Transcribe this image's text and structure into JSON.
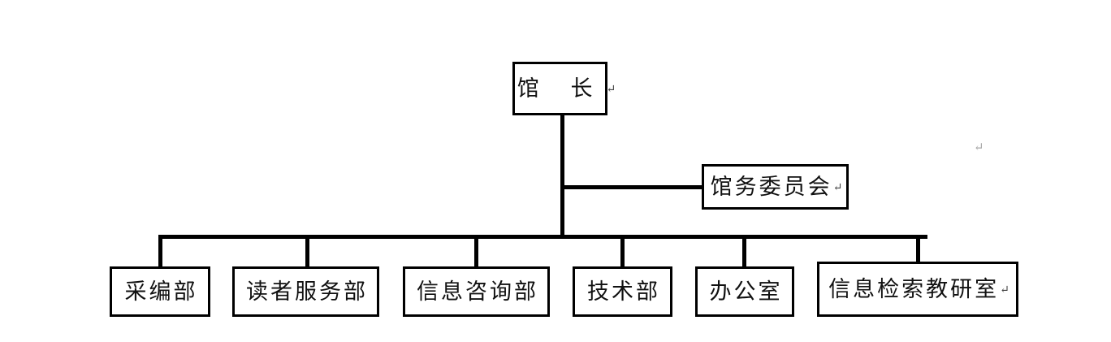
{
  "diagram": {
    "type": "organization-chart",
    "title": "",
    "orientation": "top-down",
    "line_color": "#000000",
    "box_border_color": "#000000",
    "background_color": "#ffffff",
    "pilcrow_glyph": "↵",
    "stray_pilcrow": "↵",
    "root": {
      "id": "director",
      "label": "馆 长",
      "has_pilcrow": true
    },
    "staff": {
      "id": "committee",
      "label": "馆务委员会",
      "has_pilcrow": true
    },
    "departments": [
      {
        "id": "acquisitions",
        "label": "采编部",
        "has_pilcrow": false
      },
      {
        "id": "reader-services",
        "label": "读者服务部",
        "has_pilcrow": false
      },
      {
        "id": "information-consulting",
        "label": "信息咨询部",
        "has_pilcrow": false
      },
      {
        "id": "technology",
        "label": "技术部",
        "has_pilcrow": false
      },
      {
        "id": "office",
        "label": "办公室",
        "has_pilcrow": false
      },
      {
        "id": "info-retrieval-teaching",
        "label": "信息检索教研室",
        "has_pilcrow": true
      }
    ]
  }
}
